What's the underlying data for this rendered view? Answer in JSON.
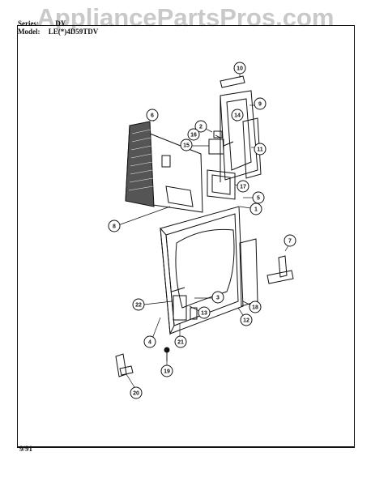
{
  "watermark": "AppliancePartsPros.com",
  "header": {
    "series_label": "Series:",
    "series_value": "DY",
    "model_label": "Model:",
    "model_value": "LE(*)4D59TDV"
  },
  "footer": {
    "date": "9/91"
  },
  "callouts": [
    "1",
    "2",
    "3",
    "4",
    "5",
    "6",
    "7",
    "8",
    "9",
    "10",
    "11",
    "12",
    "13",
    "14",
    "15",
    "16",
    "17",
    "18",
    "19",
    "20",
    "21",
    "22"
  ]
}
